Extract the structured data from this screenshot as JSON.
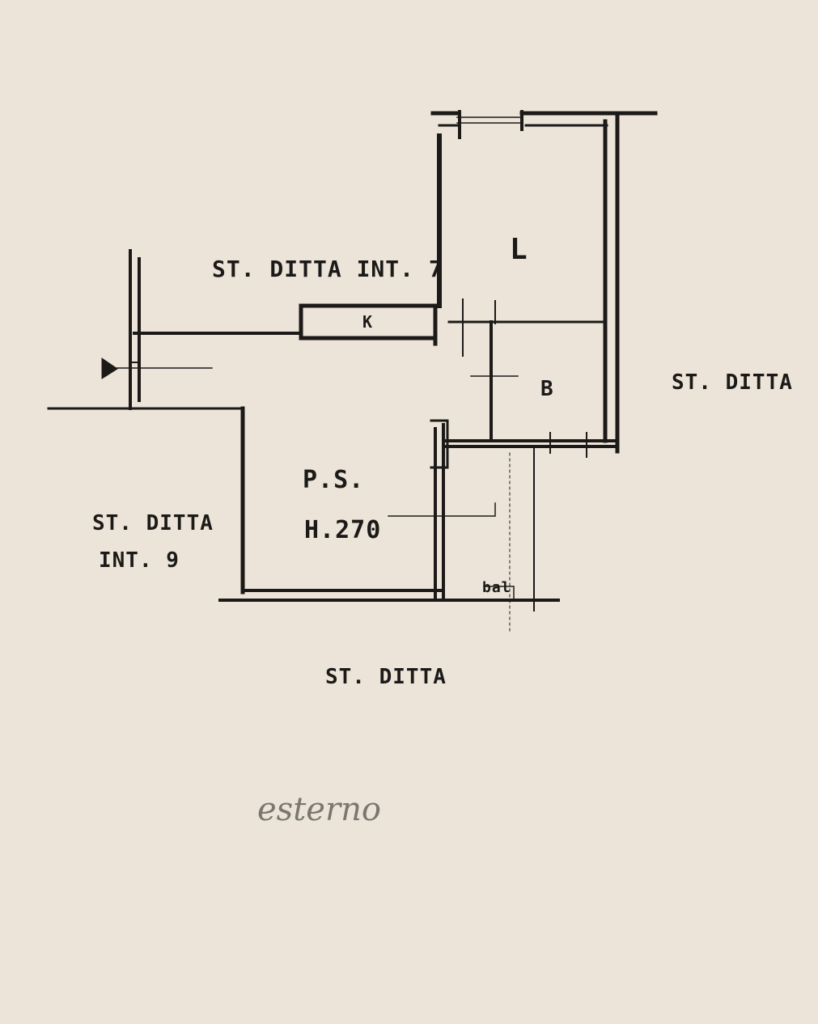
{
  "plan": {
    "adjacent_north": "ST. DITTA INT. 7",
    "adjacent_east": "ST. DITTA",
    "adjacent_west_line1": "ST. DITTA",
    "adjacent_west_line2": "INT. 9",
    "adjacent_south": "ST. DITTA",
    "room_kitchen": "K",
    "room_living": "L",
    "room_bath": "B",
    "room_main": "P.S.",
    "height": "H.270",
    "balcony": "bal",
    "outside_note": "esterno"
  },
  "colors": {
    "ink": "#1c1a18",
    "paper": "#ece4d8",
    "pencil": "#7a7670"
  }
}
